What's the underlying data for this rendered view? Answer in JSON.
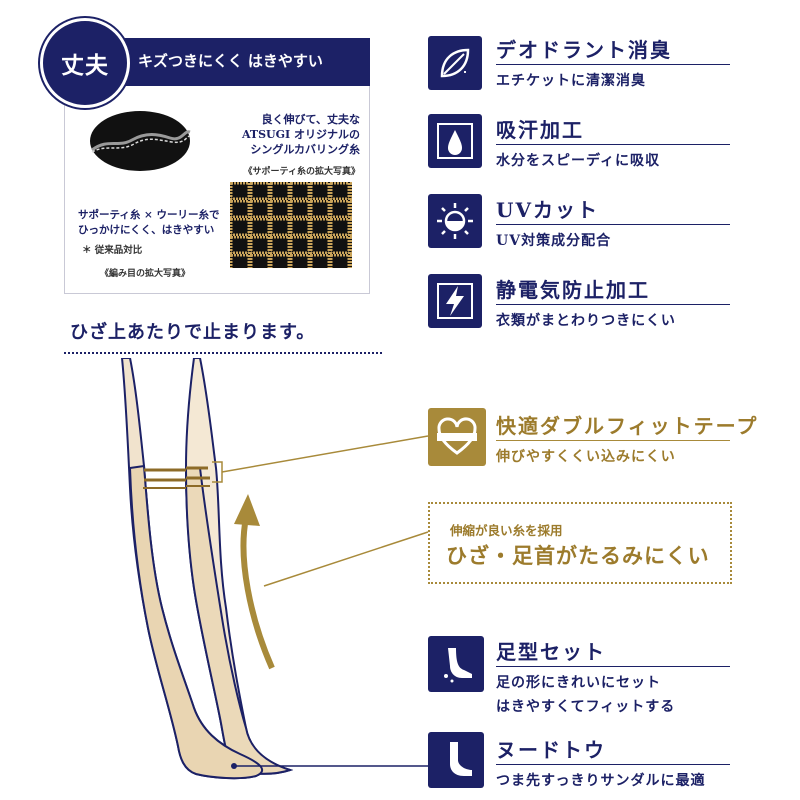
{
  "strength": {
    "badge": "丈夫",
    "subtitle": "キズつきにくく はきやすい",
    "yarn_desc": "良く伸びて、丈夫な\nATSUGI オリジナルの\nシングルカバリング糸",
    "yarn_caption": "《サポーティ糸の拡大写真》",
    "mesh_desc": "サポーティ糸 × ウーリー糸で\nひっかけにくく、はきやすい",
    "compare_note": "＊ 従来品対比",
    "mesh_caption": "《編み目の拡大写真》"
  },
  "knee_caption": "ひざ上あたりで止まります。",
  "features": [
    {
      "icon": "leaf-icon",
      "title": "デオドラント消臭",
      "sub": "エチケットに清潔消臭"
    },
    {
      "icon": "drop-icon",
      "title": "吸汗加工",
      "sub": "水分をスピーディに吸収"
    },
    {
      "icon": "sun-icon",
      "title": "UVカット",
      "sub": "UV対策成分配合"
    },
    {
      "icon": "lightning-icon",
      "title": "静電気防止加工",
      "sub": "衣類がまとわりつきにくい"
    }
  ],
  "tape": {
    "icon": "heart-tape-icon",
    "title": "快適ダブルフィットテープ",
    "sub": "伸びやすくくい込みにくい"
  },
  "elastic": {
    "sub": "伸縮が良い糸を採用",
    "title": "ひざ・足首がたるみにくい"
  },
  "foot_features": [
    {
      "icon": "foot-icon",
      "title": "足型セット",
      "sub1": "足の形にきれいにセット",
      "sub2": "はきやすくてフィットする"
    },
    {
      "icon": "toe-icon",
      "title": "ヌードトウ",
      "sub1": "つま先すっきりサンダルに最適"
    }
  ],
  "colors": {
    "navy": "#1c2166",
    "gold": "#a88a3a",
    "skin": "#f1e3cd"
  }
}
